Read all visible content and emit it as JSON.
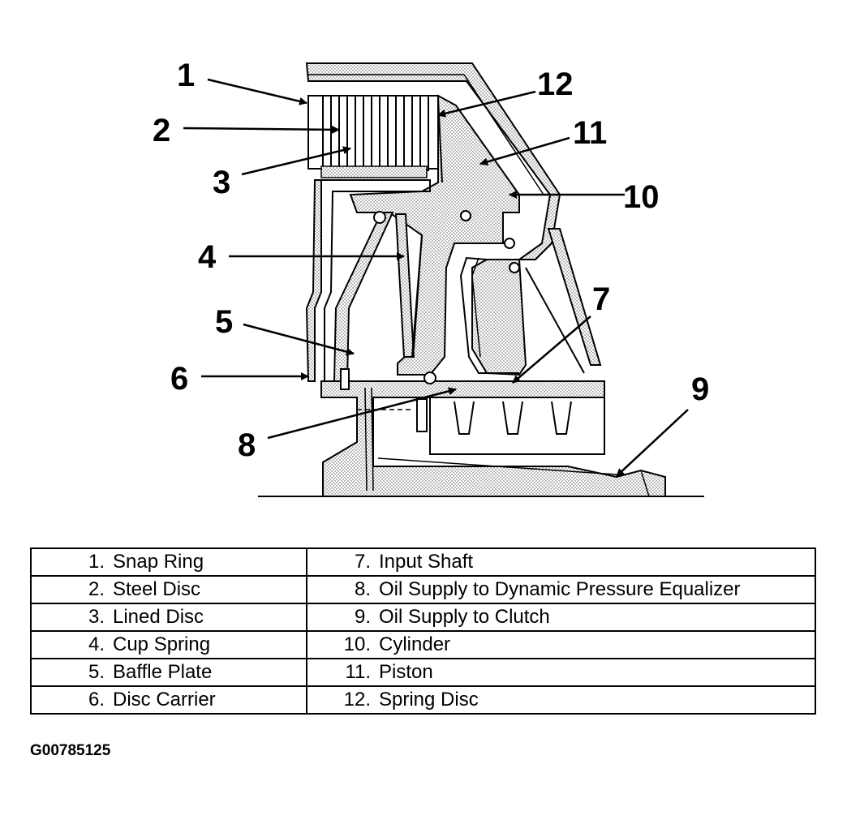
{
  "callouts": [
    "1",
    "2",
    "3",
    "4",
    "5",
    "6",
    "7",
    "8",
    "9",
    "10",
    "11",
    "12"
  ],
  "legend": [
    {
      "left": {
        "num": "1.",
        "label": "Snap Ring"
      },
      "right": {
        "num": "7.",
        "label": "Input Shaft"
      }
    },
    {
      "left": {
        "num": "2.",
        "label": "Steel Disc"
      },
      "right": {
        "num": "8.",
        "label": "Oil Supply to Dynamic Pressure Equalizer"
      }
    },
    {
      "left": {
        "num": "3.",
        "label": "Lined Disc"
      },
      "right": {
        "num": "9.",
        "label": "Oil Supply to Clutch"
      }
    },
    {
      "left": {
        "num": "4.",
        "label": "Cup Spring"
      },
      "right": {
        "num": "10.",
        "label": "Cylinder"
      }
    },
    {
      "left": {
        "num": "5.",
        "label": "Baffle Plate"
      },
      "right": {
        "num": "11.",
        "label": "Piston"
      }
    },
    {
      "left": {
        "num": "6.",
        "label": "Disc Carrier"
      },
      "right": {
        "num": "12.",
        "label": "Spring Disc"
      }
    }
  ],
  "figure_id": "G00785125"
}
